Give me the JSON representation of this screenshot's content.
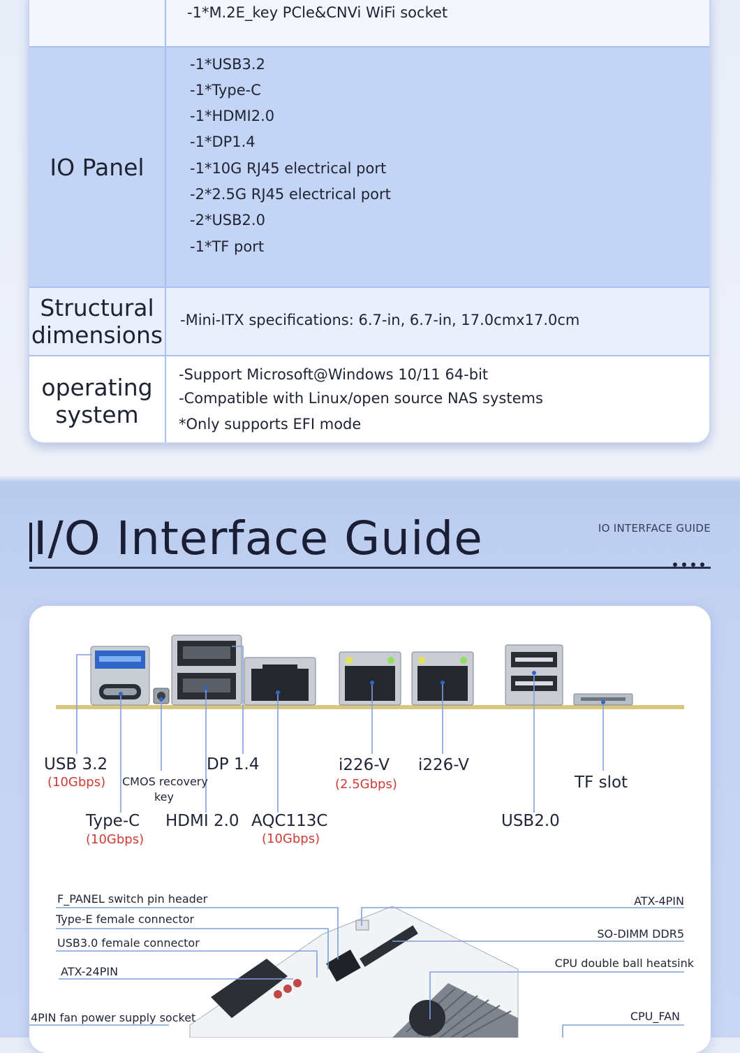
{
  "spec_table": {
    "rows": [
      {
        "label": "",
        "values": [
          "-1*M.2E_key PCle&CNVi WiFi socket"
        ]
      },
      {
        "label": "IO Panel",
        "values": [
          "-1*USB3.2",
          "-1*Type-C",
          "-1*HDMI2.0",
          "-1*DP1.4",
          "-1*10G RJ45 electrical port",
          "-2*2.5G RJ45 electrical port",
          "-2*USB2.0",
          "-1*TF port"
        ]
      },
      {
        "label": "Structural dimensions",
        "values": [
          "-Mini-ITX specifications: 6.7-in, 6.7-in, 17.0cmx17.0cm"
        ]
      },
      {
        "label": "operating system",
        "values": [
          "-Support Microsoft@Windows 10/11 64-bit",
          "-Compatible with Linux/open source NAS systems",
          "*Only supports EFI mode"
        ]
      }
    ]
  },
  "guide": {
    "title": "I/O Interface Guide",
    "subtitle": "IO INTERFACE GUIDE"
  },
  "ports": {
    "usb32": {
      "name": "USB 3.2",
      "speed": "(10Gbps)"
    },
    "typec": {
      "name": "Type-C",
      "speed": "(10Gbps)"
    },
    "cmos": {
      "name": "CMOS recovery",
      "name2": "key"
    },
    "hdmi": {
      "name": "HDMI 2.0"
    },
    "dp": {
      "name": "DP 1.4"
    },
    "aqc": {
      "name": "AQC113C",
      "speed": "(10Gbps)"
    },
    "i226a": {
      "name": "i226-V",
      "speed": "(2.5Gbps)"
    },
    "i226b": {
      "name": "i226-V"
    },
    "usb20": {
      "name": "USB2.0"
    },
    "tf": {
      "name": "TF slot"
    }
  },
  "board_labels": {
    "left": [
      "F_PANEL switch pin header",
      "Type-E female connector",
      "USB3.0 female connector",
      "ATX-24PIN",
      "4PIN fan power supply socket"
    ],
    "right": [
      "ATX-4PIN",
      "SO-DIMM DDR5",
      "CPU double ball heatsink",
      "CPU_FAN"
    ]
  },
  "colors": {
    "accent_line": "#7fa0de",
    "speed_red": "#cf3b35",
    "table_blue": "#c4d4f4"
  }
}
